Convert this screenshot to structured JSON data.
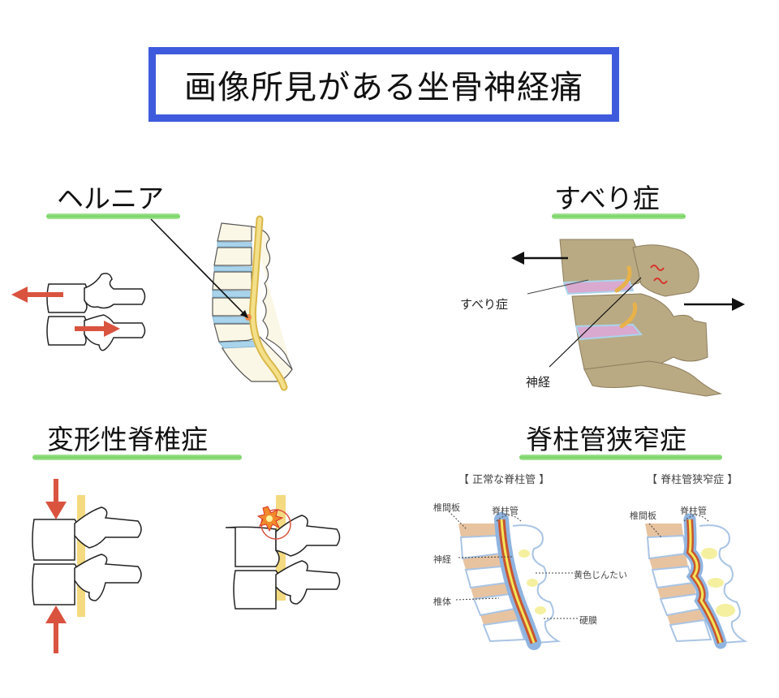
{
  "title": "画像所見がある坐骨神経痛",
  "colors": {
    "title_border": "#3d5bdc",
    "underline": "#6fd25a",
    "arrow_red": "#d9533f",
    "nerve_yellow": "#f2d46a",
    "disc_blue": "#a9d4ec",
    "bone_tan": "#b9aa84"
  },
  "sections": {
    "hernia": {
      "title": "ヘルニア"
    },
    "spondylolisthesis": {
      "title": "すべり症",
      "labels": {
        "slip": "すべり症",
        "nerve": "神経"
      }
    },
    "spondylosis": {
      "title": "変形性脊椎症"
    },
    "stenosis": {
      "title": "脊柱管狭窄症",
      "normal_panel": {
        "heading": "【 正常な脊柱管 】",
        "labels": {
          "disc": "椎間板",
          "canal": "脊柱管",
          "nerve": "神経",
          "ligament": "黄色じんたい",
          "vertebra": "椎体",
          "dura": "硬膜"
        }
      },
      "stenosis_panel": {
        "heading": "【 脊柱管狭窄症 】",
        "labels": {
          "disc": "椎間板",
          "canal": "脊柱管"
        }
      }
    }
  }
}
